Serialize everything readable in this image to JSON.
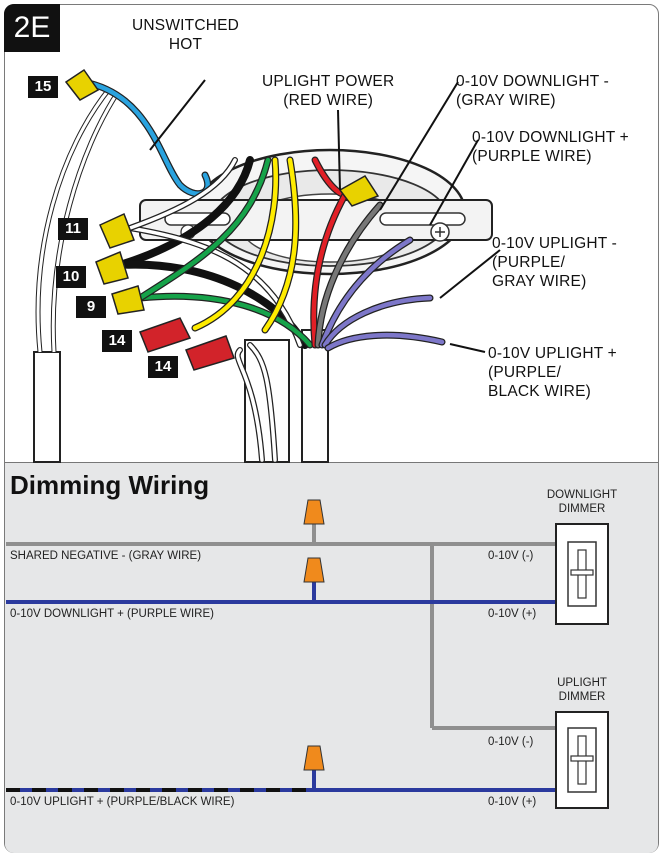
{
  "step": "2E",
  "callouts": {
    "unswitched_hot": [
      "UNSWITCHED",
      "HOT"
    ],
    "uplight_power": [
      "UPLIGHT POWER",
      "(RED WIRE)"
    ],
    "downlight_neg": [
      "0-10V DOWNLIGHT -",
      "(GRAY WIRE)"
    ],
    "downlight_pos": [
      "0-10V DOWNLIGHT +",
      "(PURPLE WIRE)"
    ],
    "uplight_neg": [
      "0-10V UPLIGHT -",
      "(PURPLE/",
      "GRAY WIRE)"
    ],
    "uplight_pos": [
      "0-10V UPLIGHT +",
      "(PURPLE/",
      "BLACK WIRE)"
    ]
  },
  "part_numbers": {
    "n15": "15",
    "n11": "11",
    "n10": "10",
    "n9": "9",
    "n14a": "14",
    "n14b": "14"
  },
  "dimming": {
    "title": "Dimming Wiring",
    "shared_negative": "SHARED NEGATIVE - (GRAY WIRE)",
    "downlight_positive": "0-10V DOWNLIGHT + (PURPLE WIRE)",
    "uplight_positive": "0-10V UPLIGHT + (PURPLE/BLACK WIRE)",
    "downlight_dimmer": [
      "DOWNLIGHT",
      "DIMMER"
    ],
    "uplight_dimmer": [
      "UPLIGHT",
      "DIMMER"
    ],
    "term_neg": "0-10V (-)",
    "term_pos": "0-10V (+)"
  },
  "colors": {
    "blue_wire": "#2aa3df",
    "red_wire": "#e11f26",
    "gray_wire": "#777777",
    "purple_wire": "#7d77c9",
    "yellow_wire": "#ffec00",
    "green_wire": "#16a34a",
    "dim_gray": "#8f8f8f",
    "dim_blue": "#2b3a9e",
    "nut_yellow": "#e8d200",
    "nut_red": "#d2232a",
    "nut_orange": "#f08a1c"
  }
}
